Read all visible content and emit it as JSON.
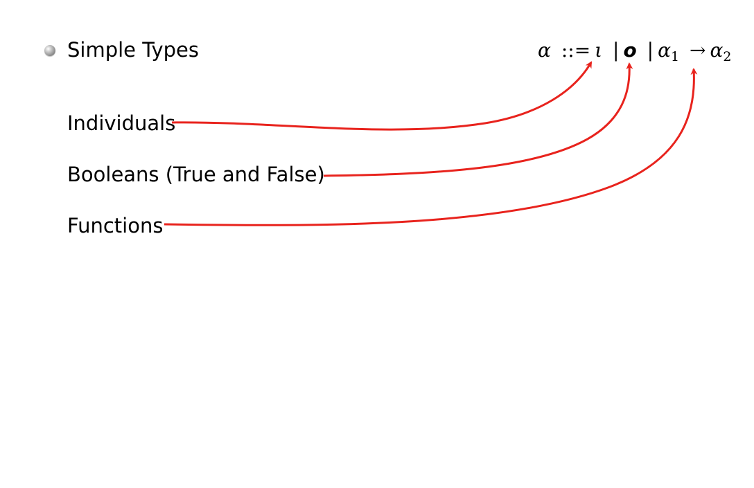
{
  "slide": {
    "heading": "Simple Types",
    "formula": {
      "lhs": "α",
      "defines": "::=",
      "iota": "ι",
      "bar": "|",
      "omicron": "o",
      "alpha": "α",
      "sub1": "1",
      "arrow": "→",
      "sub2": "2"
    },
    "labels": {
      "individuals": "Individuals",
      "booleans": "Booleans (True and False)",
      "functions": "Functions"
    }
  },
  "colors": {
    "arrow": "#e8231d",
    "text": "#000000",
    "background": "#ffffff"
  },
  "icons": {
    "bullet": "sphere-bullet-icon"
  }
}
